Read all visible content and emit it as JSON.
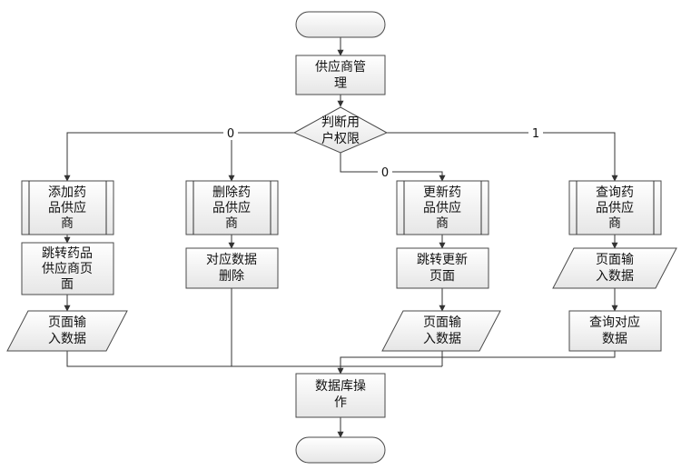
{
  "nodes": {
    "start": "",
    "supplier_mgmt": [
      "供应商管",
      "理"
    ],
    "decision": [
      "判断用",
      "户权限"
    ],
    "add": [
      "添加药",
      "品供应",
      "商"
    ],
    "delete": [
      "删除药",
      "品供应",
      "商"
    ],
    "update": [
      "更新药",
      "品供应",
      "商"
    ],
    "query": [
      "查询药",
      "品供应",
      "商"
    ],
    "jump_add_page": [
      "跳转药品",
      "供应商页",
      "面"
    ],
    "delete_data": [
      "对应数据",
      "删除"
    ],
    "jump_update_page": [
      "跳转更新",
      "页面"
    ],
    "query_input": [
      "页面输",
      "入数据"
    ],
    "add_input": [
      "页面输",
      "入数据"
    ],
    "update_input": [
      "页面输",
      "入数据"
    ],
    "query_data": [
      "查询对应",
      "数据"
    ],
    "db_op": [
      "数据库操",
      "作"
    ],
    "end": ""
  },
  "edge_labels": {
    "left": "0",
    "down": "0",
    "right": "1"
  }
}
